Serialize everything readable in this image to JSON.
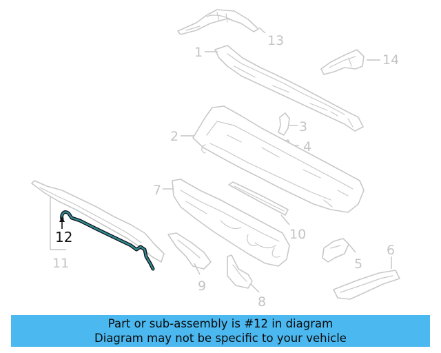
{
  "callouts": {
    "c1": "1",
    "c2": "2",
    "c3": "3",
    "c4": "4",
    "c5": "5",
    "c6": "6",
    "c7": "7",
    "c8": "8",
    "c9": "9",
    "c10": "10",
    "c11": "11",
    "c12": "12",
    "c13": "13",
    "c14": "14"
  },
  "highlighted_part": "12",
  "colors": {
    "banner": "#4cb8f0",
    "part_line": "#c8c8c8",
    "highlight_fill": "#1f6f7a",
    "highlight_line": "#111111"
  },
  "banner": {
    "line1": "Part or sub-assembly is #12 in diagram",
    "line2": "Diagram may not be specific to your vehicle"
  }
}
